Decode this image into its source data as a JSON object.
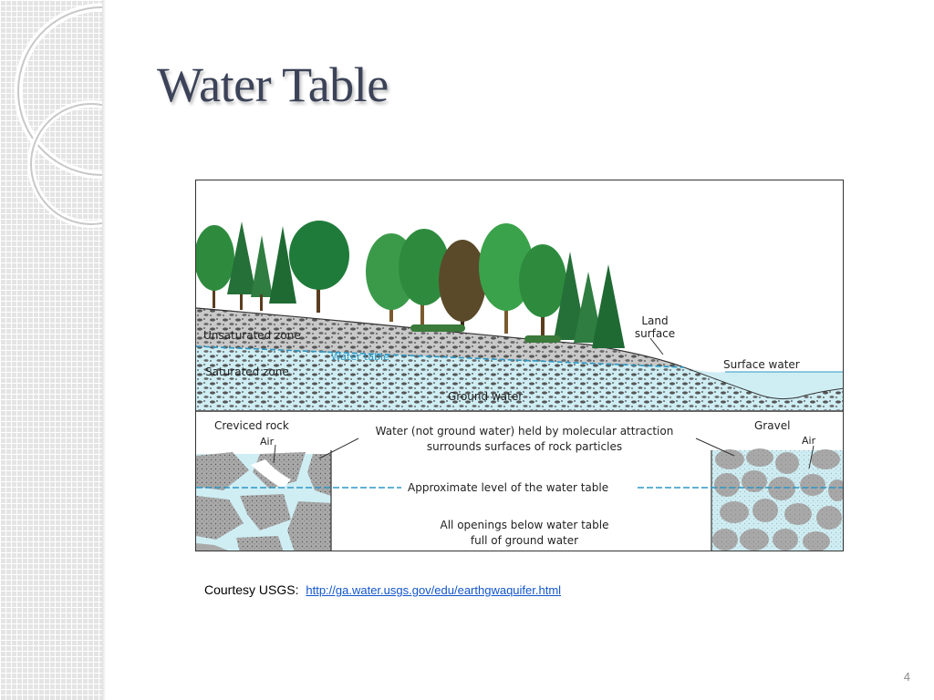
{
  "slide": {
    "title": "Water Table",
    "page_number": "4"
  },
  "figure": {
    "labels": {
      "unsaturated_zone": "Unsaturated zone",
      "water_table": "Water table",
      "saturated_zone": "Saturated zone",
      "ground_water": "Ground water",
      "land_surface_line1": "Land",
      "land_surface_line2": "surface",
      "surface_water": "Surface water",
      "creviced_rock": "Creviced rock",
      "air_left": "Air",
      "molecular_line1": "Water (not ground water) held by molecular attraction",
      "molecular_line2": "surrounds surfaces of rock particles",
      "gravel": "Gravel",
      "air_right": "Air",
      "approx_level": "Approximate level of the water table",
      "openings_line1": "All openings below water table",
      "openings_line2": "full of ground water"
    }
  },
  "credit": {
    "prefix": "Courtesy USGS:",
    "link_text": "http://ga.water.usgs.gov/edu/earthgwaquifer.html"
  },
  "colors": {
    "water": "#cfeef4",
    "water_line": "#2d97c4",
    "rock": "#a9a9a9",
    "title": "#3c4358"
  }
}
